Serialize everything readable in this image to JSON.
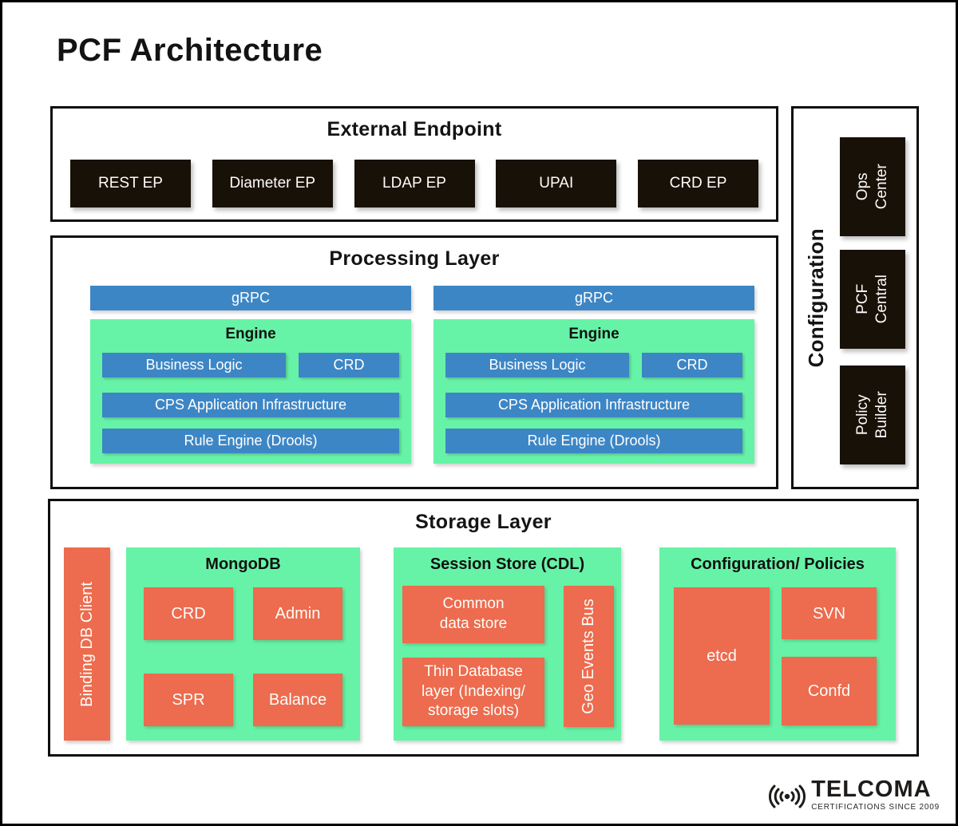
{
  "page": {
    "title": "PCF Architecture"
  },
  "colors": {
    "blue": "#3d86c5",
    "green": "#67f3a7",
    "orange": "#ed6b4e",
    "black_box": "#181107"
  },
  "external_endpoint": {
    "title": "External Endpoint",
    "items": [
      "REST EP",
      "Diameter EP",
      "LDAP EP",
      "UPAI",
      "CRD EP"
    ]
  },
  "processing_layer": {
    "title": "Processing Layer",
    "grpc_label": "gRPC",
    "engine": {
      "title": "Engine",
      "business_logic": "Business Logic",
      "crd": "CRD",
      "cps": "CPS Application Infrastructure",
      "rule_engine": "Rule Engine (Drools)"
    }
  },
  "configuration_panel": {
    "title": "Configuration",
    "items": [
      {
        "label": "Ops\nCenter"
      },
      {
        "label": "PCF\nCentral"
      },
      {
        "label": "Policy\nBuilder"
      }
    ]
  },
  "storage_layer": {
    "title": "Storage Layer",
    "binding_db_client": "Binding DB Client",
    "mongodb": {
      "title": "MongoDB",
      "cells": [
        "CRD",
        "Admin",
        "SPR",
        "Balance"
      ]
    },
    "session_store": {
      "title": "Session Store (CDL)",
      "common_data_store": "Common\ndata store",
      "thin_database_layer": "Thin Database\nlayer (Indexing/\nstorage slots)",
      "geo_events_bus": "Geo Events Bus"
    },
    "config_policies": {
      "title": "Configuration/ Policies",
      "etcd": "etcd",
      "svn": "SVN",
      "confd": "Confd"
    }
  },
  "logo": {
    "name": "TELCOMA",
    "tagline": "CERTIFICATIONS SINCE 2009"
  }
}
